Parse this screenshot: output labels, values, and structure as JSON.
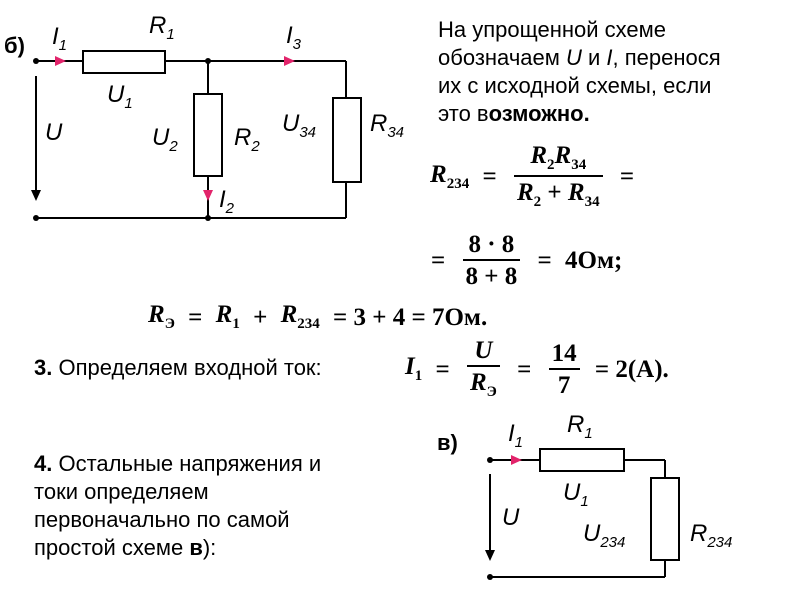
{
  "circuit_b": {
    "label": "б)",
    "I1": "I",
    "I1_sub": "1",
    "R1": "R",
    "R1_sub": "1",
    "I3": "I",
    "I3_sub": "3",
    "U1": "U",
    "U1_sub": "1",
    "U": "U",
    "U2": "U",
    "U2_sub": "2",
    "R2": "R",
    "R2_sub": "2",
    "U34": "U",
    "U34_sub": "34",
    "R34": "R",
    "R34_sub": "34",
    "I2": "I",
    "I2_sub": "2"
  },
  "note": {
    "line1": "На упрощенной схеме",
    "line2_a": "обозначаем ",
    "line2_u": "U",
    "line2_b": " и ",
    "line2_i": "I",
    "line2_c": ", перенося",
    "line3": "их с исходной схемы, если",
    "line4_a": "это в",
    "line4_b": "озможно."
  },
  "formula_r234": {
    "lhs": "R",
    "lhs_sub": "234",
    "eq": "=",
    "num_a": "R",
    "num_a_sub": "2",
    "num_b": "R",
    "num_b_sub": "34",
    "den_a": "R",
    "den_a_sub": "2",
    "plus": "+",
    "den_b": "R",
    "den_b_sub": "34",
    "eq2": "=",
    "line2_eq": "=",
    "num2": "8 · 8",
    "den2": "8 + 8",
    "line2_eq2": "=",
    "result": "4Ом;"
  },
  "formula_re": {
    "lhs": "R",
    "lhs_sub": "Э",
    "eq": "=",
    "a": "R",
    "a_sub": "1",
    "plus": "+",
    "b": "R",
    "b_sub": "234",
    "rest": "= 3 + 4 = 7Ом."
  },
  "step3": {
    "num": "3.",
    "text": " Определяем входной ток:",
    "lhs": "I",
    "lhs_sub": "1",
    "eq": "=",
    "num_frac": "U",
    "den_frac": "R",
    "den_frac_sub": "Э",
    "eq2": "=",
    "num2": "14",
    "den2": "7",
    "result": "= 2(А)."
  },
  "step4": {
    "num": "4.",
    "line1": " Остальные напряжения и",
    "line2": "токи определяем",
    "line3": "первоначально по самой",
    "line4_a": "простой схеме ",
    "line4_b": "в",
    "line4_c": "):"
  },
  "circuit_v": {
    "label": "в)",
    "I1": "I",
    "I1_sub": "1",
    "R1": "R",
    "R1_sub": "1",
    "U1": "U",
    "U1_sub": "1",
    "U": "U",
    "U234": "U",
    "U234_sub": "234",
    "R234": "R",
    "R234_sub": "234"
  },
  "colors": {
    "wire": "#000000",
    "arrow_current": "#e2246b",
    "background": "#ffffff"
  }
}
